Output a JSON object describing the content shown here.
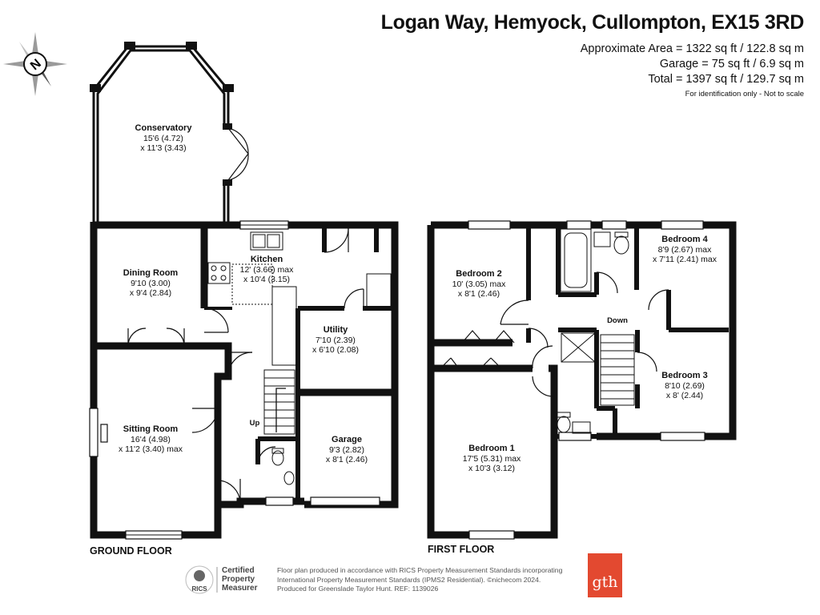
{
  "header": {
    "address": "Logan Way, Hemyock, Cullompton, EX15 3RD",
    "approx_area": "Approximate Area = 1322 sq ft / 122.8 sq m",
    "garage_area": "Garage = 75 sq ft / 6.9 sq m",
    "total_area": "Total = 1397 sq ft / 129.7 sq m",
    "disclaimer": "For identification only - Not to scale"
  },
  "compass": {
    "letter": "N",
    "icon": "compass-icon"
  },
  "floors": {
    "ground": "GROUND FLOOR",
    "first": "FIRST FLOOR"
  },
  "rooms": {
    "conservatory": {
      "name": "Conservatory",
      "l1": "15'6 (4.72)",
      "l2": "x 11'3 (3.43)"
    },
    "dining": {
      "name": "Dining Room",
      "l1": "9'10 (3.00)",
      "l2": "x 9'4 (2.84)"
    },
    "kitchen": {
      "name": "Kitchen",
      "l1": "12' (3.66) max",
      "l2": "x 10'4 (3.15)"
    },
    "utility": {
      "name": "Utility",
      "l1": "7'10 (2.39)",
      "l2": "x 6'10 (2.08)"
    },
    "sitting": {
      "name": "Sitting Room",
      "l1": "16'4 (4.98)",
      "l2": "x 11'2 (3.40) max"
    },
    "garage": {
      "name": "Garage",
      "l1": "9'3 (2.82)",
      "l2": "x 8'1 (2.46)"
    },
    "bed2": {
      "name": "Bedroom 2",
      "l1": "10' (3.05) max",
      "l2": "x 8'1 (2.46)"
    },
    "bed4": {
      "name": "Bedroom 4",
      "l1": "8'9 (2.67) max",
      "l2": "x 7'11 (2.41) max"
    },
    "bed3": {
      "name": "Bedroom 3",
      "l1": "8'10 (2.69)",
      "l2": "x 8' (2.44)"
    },
    "bed1": {
      "name": "Bedroom 1",
      "l1": "17'5 (5.31) max",
      "l2": "x 10'3 (3.12)"
    }
  },
  "stairs": {
    "up": "Up",
    "down": "Down"
  },
  "footer": {
    "line1": "Floor plan produced in accordance with RICS Property Measurement Standards incorporating",
    "line2": "International Property Measurement Standards (IPMS2 Residential).  ©nichecom 2024.",
    "line3": "Produced for Greenslade Taylor Hunt.   REF:  1139026",
    "rics_text": "RICS",
    "certified_1": "Certified",
    "certified_2": "Property",
    "certified_3": "Measurer",
    "brand": "gth"
  },
  "colors": {
    "wall": "#111111",
    "brand": "#e34930"
  }
}
